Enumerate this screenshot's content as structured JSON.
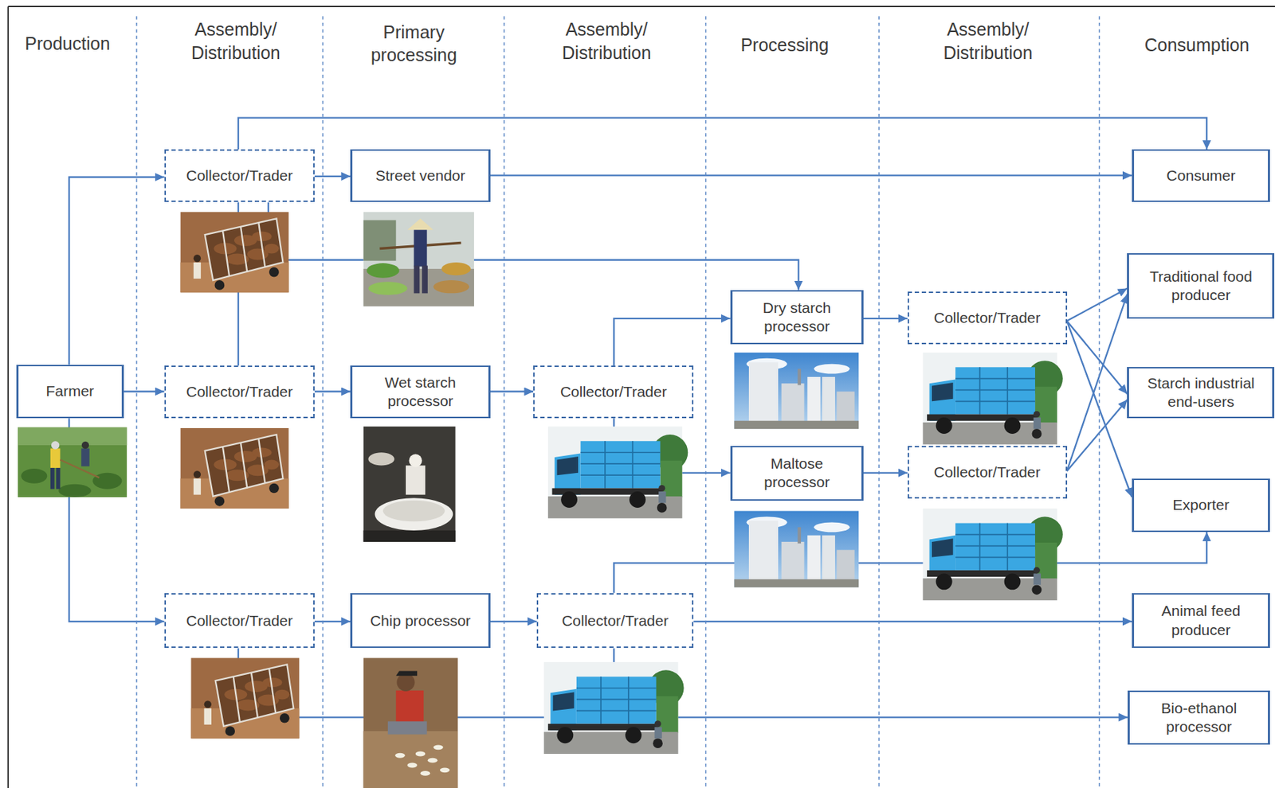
{
  "diagram": {
    "nodes": [
      {
        "text": [
          "Farmer"
        ]
      },
      {
        "text": [
          "Collector/Trader"
        ]
      },
      {
        "text": [
          "Street vendor"
        ]
      },
      {
        "text": [
          "Consumer"
        ]
      },
      {
        "text": [
          "Dry starch processor"
        ]
      },
      {
        "text": [
          "Collector/Trader"
        ]
      },
      {
        "text": [
          "Traditional food producer"
        ]
      },
      {
        "text": [
          "Collector/Trader"
        ]
      },
      {
        "text": [
          "Wet starch processor"
        ]
      },
      {
        "text": [
          "Collector/Trader"
        ]
      },
      {
        "text": [
          "Starch industrial end-users"
        ]
      },
      {
        "text": [
          "Maltose processor"
        ]
      },
      {
        "text": [
          "Collector/Trader"
        ]
      },
      {
        "text": [
          "Exporter"
        ]
      },
      {
        "text": [
          "Collector/Trader"
        ]
      },
      {
        "text": [
          "Chip processor"
        ]
      },
      {
        "text": [
          "Collector/Trader"
        ]
      },
      {
        "text": [
          "Animal feed producer"
        ]
      },
      {
        "text": [
          "Bio-ethanol processor"
        ]
      }
    ],
    "edges": [
      {
        "from": 0,
        "to": 1,
        "arrow": "to"
      },
      {
        "from": 0,
        "to": 7,
        "arrow": "to"
      },
      {
        "from": 0,
        "to": 14,
        "arrow": "to"
      },
      {
        "from": 1,
        "to": 2,
        "arrow": "to"
      },
      {
        "from": 1,
        "to": 3,
        "arrow": "to"
      },
      {
        "from": 1,
        "to": 7,
        "arrow": "none"
      },
      {
        "from": 1,
        "to": 4,
        "arrow": "to"
      },
      {
        "from": 2,
        "to": 3,
        "arrow": "to"
      },
      {
        "from": 7,
        "to": 8,
        "arrow": "to"
      },
      {
        "from": 8,
        "to": 9,
        "arrow": "to"
      },
      {
        "from": 9,
        "to": 4,
        "arrow": "to"
      },
      {
        "from": 9,
        "to": 11,
        "arrow": "to"
      },
      {
        "from": 4,
        "to": 5,
        "arrow": "to"
      },
      {
        "from": 5,
        "to": 6,
        "arrow": "to"
      },
      {
        "from": 5,
        "to": 10,
        "arrow": "to"
      },
      {
        "from": 5,
        "to": 13,
        "arrow": "to"
      },
      {
        "from": 11,
        "to": 12,
        "arrow": "to"
      },
      {
        "from": 12,
        "to": 6,
        "arrow": "to"
      },
      {
        "from": 12,
        "to": 10,
        "arrow": "to"
      },
      {
        "from": 14,
        "to": 15,
        "arrow": "to"
      },
      {
        "from": 15,
        "to": 16,
        "arrow": "to"
      },
      {
        "from": 16,
        "to": 17,
        "arrow": "to"
      },
      {
        "from": 16,
        "to": 13,
        "arrow": "to"
      },
      {
        "from": 14,
        "to": 18,
        "arrow": "to"
      }
    ],
    "labels": [
      "Production",
      "Assembly/ Distribution",
      "Primary processing",
      "Assembly/ Distribution",
      "Processing",
      "Assembly/ Distribution",
      "Consumption"
    ]
  }
}
